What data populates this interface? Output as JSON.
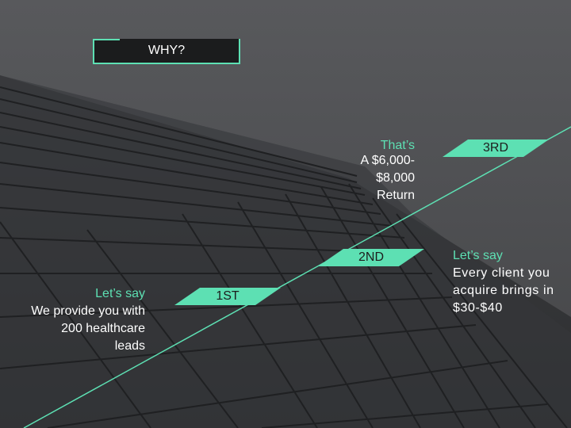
{
  "header": {
    "title": "WHY?"
  },
  "steps": [
    {
      "label": "1ST"
    },
    {
      "label": "2ND"
    },
    {
      "label": "3RD"
    }
  ],
  "blocks": {
    "first": {
      "heading": "Let’s say",
      "line1": "We provide you with",
      "line2": "200 healthcare",
      "line3": "leads"
    },
    "second": {
      "heading": "Let’s say",
      "line1": "Every client you",
      "line2": "acquire brings in",
      "line3": "$30-$40"
    },
    "third": {
      "heading": "That’s",
      "line1": "A $6,000-",
      "line2": "$8,000",
      "line3": "Return"
    }
  },
  "colors": {
    "accent": "#5de0b3",
    "background": "#4f5053",
    "text": "#ffffff"
  }
}
